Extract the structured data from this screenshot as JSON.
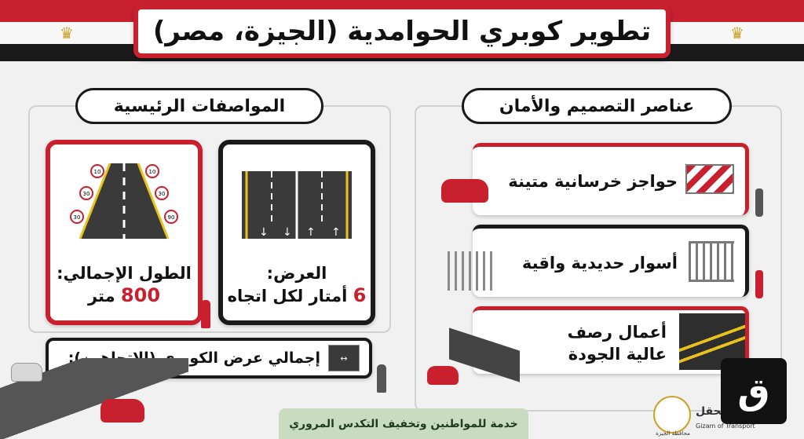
{
  "header": {
    "title": "تطوير كوبري الحوامدية (الجيزة، مصر)"
  },
  "sections": {
    "specs_title": "المواصفات الرئيسية",
    "design_title": "عناصر التصميم والأمان"
  },
  "specs": {
    "width_label": "العرض:",
    "width_value": "6",
    "width_unit": "أمتار لكل اتجاه",
    "length_label": "الطول الإجمالي:",
    "length_value": "800",
    "length_unit": "متر",
    "total_width_label": "إجمالي عرض الكوبري (الاتجاهين):",
    "speed_signs": [
      "10",
      "30",
      "30",
      "10",
      "30",
      "90"
    ]
  },
  "features": [
    {
      "label": "حواجز خرسانية متينة"
    },
    {
      "label": "أسوار حديدية واقية"
    },
    {
      "label_line1": "أعمال رصف",
      "label_line2": "عالية الجودة"
    }
  ],
  "footer": {
    "slogan": "خدمة للمواطنين وتخفيف التكدس المروري",
    "gov_label": "محافظة الجيزة",
    "brand_partial": "تحقل",
    "brand_en": "Gizam of Transport"
  },
  "colors": {
    "red": "#c8202f",
    "black": "#1a1a1a",
    "gold": "#c9a227"
  }
}
